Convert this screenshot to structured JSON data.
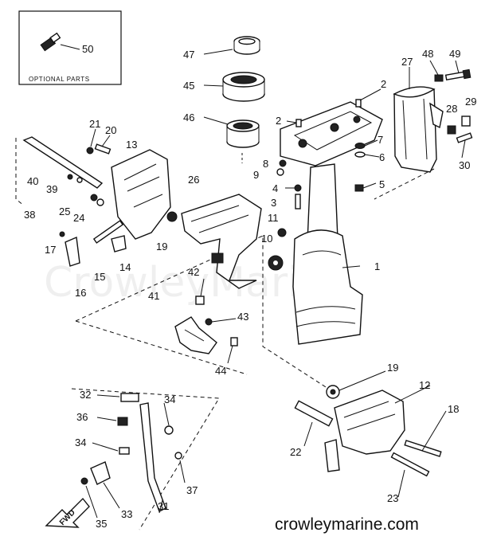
{
  "optional_box": {
    "title": "OPTIONAL PARTS",
    "part": "50"
  },
  "watermark": "CrowleyMarine",
  "site_label": "crowleymarine.com",
  "fwd_label": "FWD",
  "callouts": [
    {
      "id": "c47",
      "n": "47"
    },
    {
      "id": "c45",
      "n": "45"
    },
    {
      "id": "c46",
      "n": "46"
    },
    {
      "id": "c48",
      "n": "48"
    },
    {
      "id": "c49",
      "n": "49"
    },
    {
      "id": "c27",
      "n": "27"
    },
    {
      "id": "c2a",
      "n": "2"
    },
    {
      "id": "c2b",
      "n": "2"
    },
    {
      "id": "c28",
      "n": "28"
    },
    {
      "id": "c29",
      "n": "29"
    },
    {
      "id": "c21",
      "n": "21"
    },
    {
      "id": "c20",
      "n": "20"
    },
    {
      "id": "c13",
      "n": "13"
    },
    {
      "id": "c7",
      "n": "7"
    },
    {
      "id": "c6",
      "n": "6"
    },
    {
      "id": "c8",
      "n": "8"
    },
    {
      "id": "c9",
      "n": "9"
    },
    {
      "id": "c30",
      "n": "30"
    },
    {
      "id": "c40",
      "n": "40"
    },
    {
      "id": "c39",
      "n": "39"
    },
    {
      "id": "c26",
      "n": "26"
    },
    {
      "id": "c4",
      "n": "4"
    },
    {
      "id": "c5",
      "n": "5"
    },
    {
      "id": "c3",
      "n": "3"
    },
    {
      "id": "c25",
      "n": "25"
    },
    {
      "id": "c24",
      "n": "24"
    },
    {
      "id": "c38",
      "n": "38"
    },
    {
      "id": "c11",
      "n": "11"
    },
    {
      "id": "c17",
      "n": "17"
    },
    {
      "id": "c19a",
      "n": "19"
    },
    {
      "id": "c10",
      "n": "10"
    },
    {
      "id": "c14",
      "n": "14"
    },
    {
      "id": "c15",
      "n": "15"
    },
    {
      "id": "c1",
      "n": "1"
    },
    {
      "id": "c42",
      "n": "42"
    },
    {
      "id": "c16",
      "n": "16"
    },
    {
      "id": "c41",
      "n": "41"
    },
    {
      "id": "c43",
      "n": "43"
    },
    {
      "id": "c44",
      "n": "44"
    },
    {
      "id": "c19b",
      "n": "19"
    },
    {
      "id": "c12",
      "n": "12"
    },
    {
      "id": "c32",
      "n": "32"
    },
    {
      "id": "c34a",
      "n": "34"
    },
    {
      "id": "c18",
      "n": "18"
    },
    {
      "id": "c36",
      "n": "36"
    },
    {
      "id": "c22",
      "n": "22"
    },
    {
      "id": "c34b",
      "n": "34"
    },
    {
      "id": "c37",
      "n": "37"
    },
    {
      "id": "c23",
      "n": "23"
    },
    {
      "id": "c33",
      "n": "33"
    },
    {
      "id": "c31",
      "n": "31"
    },
    {
      "id": "c35",
      "n": "35"
    }
  ]
}
